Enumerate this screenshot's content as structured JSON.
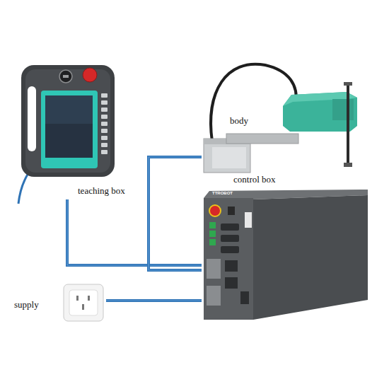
{
  "diagram": {
    "nodes": [
      {
        "text": [
          "teaching box"
        ]
      },
      {
        "text": [
          "body"
        ]
      },
      {
        "text": [
          "control box"
        ]
      },
      {
        "text": [
          "supply"
        ]
      }
    ],
    "edges": [
      {
        "from": 0,
        "to": 2,
        "arrow": "none"
      },
      {
        "from": 1,
        "to": 2,
        "arrow": "none"
      },
      {
        "from": 3,
        "to": 2,
        "arrow": "none"
      }
    ],
    "labels": [
      "TTROBOT",
      "TTROBOT"
    ]
  }
}
